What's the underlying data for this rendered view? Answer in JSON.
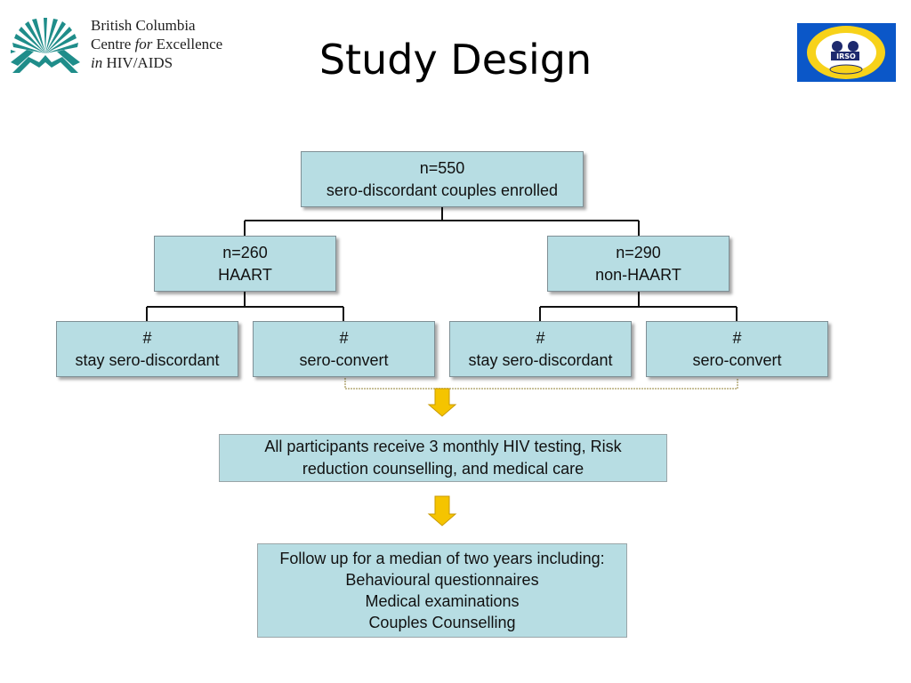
{
  "header": {
    "org_line1": "British Columbia",
    "org_line2_a": "Centre ",
    "org_line2_b": "for",
    "org_line2_c": " Excellence",
    "org_line3_a": "in",
    "org_line3_b": " HIV/AIDS",
    "title": "Study Design",
    "right_logo_text": "IRSO"
  },
  "flow": {
    "root": {
      "count": "n=550",
      "label": "sero-discordant couples enrolled"
    },
    "haart": {
      "count": "n=260",
      "label": "HAART"
    },
    "non_haart": {
      "count": "n=290",
      "label": "non-HAART"
    },
    "leaf1": {
      "count": "#",
      "label": "stay sero-discordant"
    },
    "leaf2": {
      "count": "#",
      "label": "sero-convert"
    },
    "leaf3": {
      "count": "#",
      "label": "stay sero-discordant"
    },
    "leaf4": {
      "count": "#",
      "label": "sero-convert"
    },
    "care": {
      "line1": "All participants receive 3 monthly HIV testing, Risk",
      "line2": "reduction counselling, and medical care"
    },
    "followup": {
      "line1": "Follow up for a median of two years including:",
      "line2": "Behavioural questionnaires",
      "line3": "Medical examinations",
      "line4": "Couples Counselling"
    }
  },
  "colors": {
    "box_fill": "#b7dde3",
    "arrow": "#f5c400",
    "logo_teal": "#1f8d8a",
    "logo_blue": "#0b57c8"
  }
}
